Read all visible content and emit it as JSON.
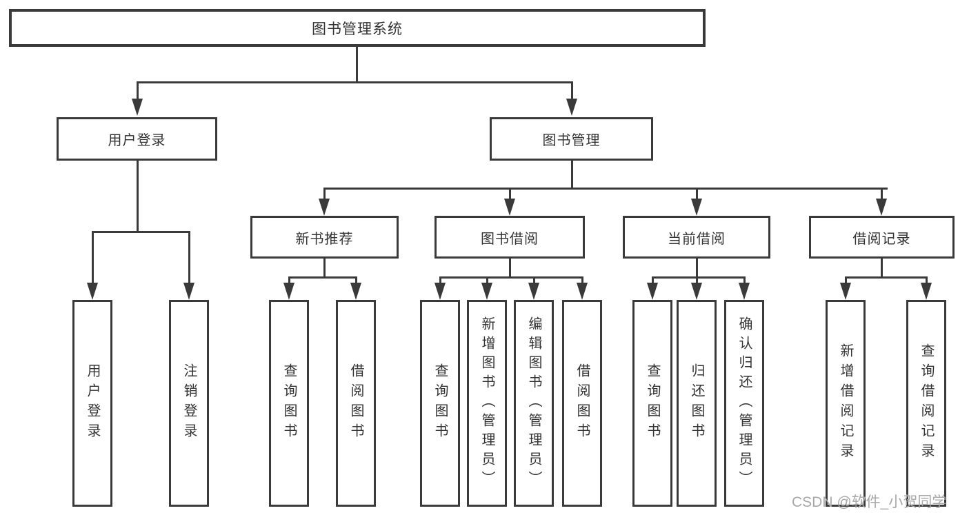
{
  "diagram": {
    "root": "图书管理系统",
    "branches": [
      {
        "label": "用户登录",
        "children": [
          {
            "label": "用户登录"
          },
          {
            "label": "注销登录"
          }
        ]
      },
      {
        "label": "图书管理",
        "children": [
          {
            "label": "新书推荐",
            "children": [
              {
                "label": "查询图书"
              },
              {
                "label": "借阅图书"
              }
            ]
          },
          {
            "label": "图书借阅",
            "children": [
              {
                "label": "查询图书"
              },
              {
                "label": "新增图书（管理员）"
              },
              {
                "label": "编辑图书（管理员）"
              },
              {
                "label": "借阅图书"
              }
            ]
          },
          {
            "label": "当前借阅",
            "children": [
              {
                "label": "查询图书"
              },
              {
                "label": "归还图书"
              },
              {
                "label": "确认归还（管理员）"
              }
            ]
          },
          {
            "label": "借阅记录",
            "children": [
              {
                "label": "新增借阅记录"
              },
              {
                "label": "查询借阅记录"
              }
            ]
          }
        ]
      }
    ]
  },
  "watermark": "CSDN @软件_小贺同学",
  "colors": {
    "line": "#3a3a3a",
    "text": "#333333",
    "watermark": "#a8a8a8",
    "background": "#ffffff"
  }
}
